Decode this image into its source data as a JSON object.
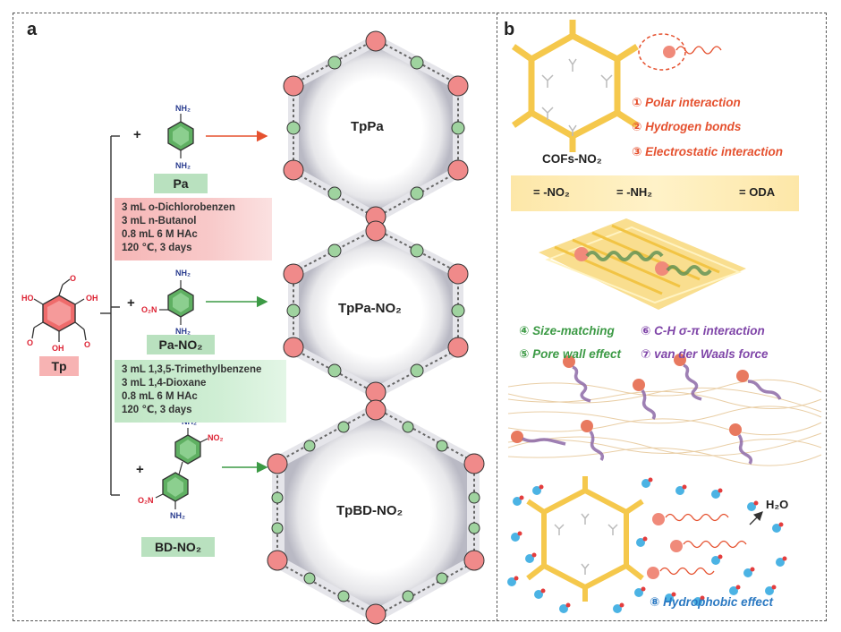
{
  "panels": {
    "a": "a",
    "b": "b"
  },
  "panel_a": {
    "tp_label": "Tp",
    "monomers": {
      "pa": "Pa",
      "pa_no2": "Pa-NO₂",
      "bd_no2": "BD-NO₂"
    },
    "plus": "+",
    "conditions_red": [
      "3 mL o-Dichlorobenzen",
      "3 mL n-Butanol",
      "0.8 mL 6 M HAc",
      "120 ℃, 3 days"
    ],
    "conditions_green": [
      "3 mL 1,3,5-Trimethylbenzene",
      "3 mL 1,4-Dioxane",
      "0.8 mL 6 M HAc",
      "120 ℃, 3 days"
    ],
    "products": {
      "tppa": "TpPa",
      "tppa_no2": "TpPa-NO₂",
      "tpbd_no2": "TpBD-NO₂"
    }
  },
  "panel_b": {
    "cof_label": "COFs-NO₂",
    "interactions_top": [
      "① Polar interaction",
      "② Hydrogen bonds",
      "③ Electrostatic interaction"
    ],
    "legend": {
      "no2": "= -NO₂",
      "nh2": "= -NH₂",
      "oda": "= ODA"
    },
    "interactions_mid": {
      "size": "④ Size-matching",
      "pore": "⑤ Pore wall effect",
      "ch": "⑥ C-H σ-π interaction",
      "vdw": "⑦ van der Waals force"
    },
    "water_label": "H₂O",
    "hydrophobic": "⑧ Hydrophobic effect"
  },
  "colors": {
    "red_text": "#e5512f",
    "green_text": "#3c9a45",
    "purple_text": "#7f45a8",
    "blue_text": "#2b79c2",
    "cof_yellow": "#f7cf5c",
    "benzene_green": "#4f9f52",
    "tp_red": "#e0393a",
    "water_blue": "#4bb3e4"
  }
}
